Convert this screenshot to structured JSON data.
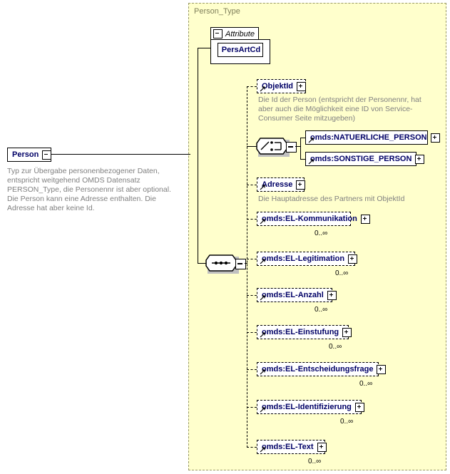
{
  "diagram": {
    "kind": "xsd-schema-diagram",
    "type_container_label": "Person_Type",
    "root_element": {
      "name": "Person",
      "expander": "minus",
      "description": "Typ zur Übergabe personenbezogener Daten, entspricht weitgehend OMDS Datensatz PERSON_Type, die Personennr ist aber optional. Die Person kann eine Adresse enthalten. Die Adresse hat aber keine Id."
    },
    "attribute_group": {
      "header": "Attribute",
      "expander": "minus",
      "attributes": [
        {
          "name": "PersArtCd"
        }
      ]
    },
    "compositors": {
      "choice": {
        "symbol": "choice-node",
        "expander": "minus"
      },
      "sequence": {
        "symbol": "sequence-node",
        "expander": "minus"
      }
    },
    "nodes": [
      {
        "name": "ObjektId",
        "expander": "plus",
        "style": "optional",
        "occurs": "",
        "description": "Die Id der Person (entspricht der Personennr, hat aber auch die Möglichkeit eine ID von Service-Consumer Seite mitzugeben)"
      },
      {
        "name": "omds:NATUERLICHE_PERSON",
        "expander": "plus",
        "style": "required",
        "occurs": "",
        "description": ""
      },
      {
        "name": "omds:SONSTIGE_PERSON",
        "expander": "plus",
        "style": "required",
        "occurs": "",
        "description": ""
      },
      {
        "name": "Adresse",
        "expander": "plus",
        "style": "optional",
        "occurs": "",
        "description": "Die Hauptadresse des Partners mit ObjektId"
      },
      {
        "name": "omds:EL-Kommunikation",
        "expander": "plus",
        "style": "optional-repeated",
        "occurs": "0..∞",
        "description": ""
      },
      {
        "name": "omds:EL-Legitimation",
        "expander": "plus",
        "style": "optional-repeated",
        "occurs": "0..∞",
        "description": ""
      },
      {
        "name": "omds:EL-Anzahl",
        "expander": "plus",
        "style": "optional-repeated",
        "occurs": "0..∞",
        "description": ""
      },
      {
        "name": "omds:EL-Einstufung",
        "expander": "plus",
        "style": "optional-repeated",
        "occurs": "0..∞",
        "description": ""
      },
      {
        "name": "omds:EL-Entscheidungsfrage",
        "expander": "plus",
        "style": "optional-repeated",
        "occurs": "0..∞",
        "description": ""
      },
      {
        "name": "omds:EL-Identifizierung",
        "expander": "plus",
        "style": "optional-repeated",
        "occurs": "0..∞",
        "description": ""
      },
      {
        "name": "omds:EL-Text",
        "expander": "plus",
        "style": "optional-repeated",
        "occurs": "0..∞",
        "description": ""
      }
    ],
    "colors": {
      "container_background": "#ffffcc",
      "container_border": "#999966",
      "element_text": "#000066",
      "description_text": "#808080",
      "type_title_text": "#7f7f5a",
      "shadow": "#c0c0c0"
    }
  }
}
